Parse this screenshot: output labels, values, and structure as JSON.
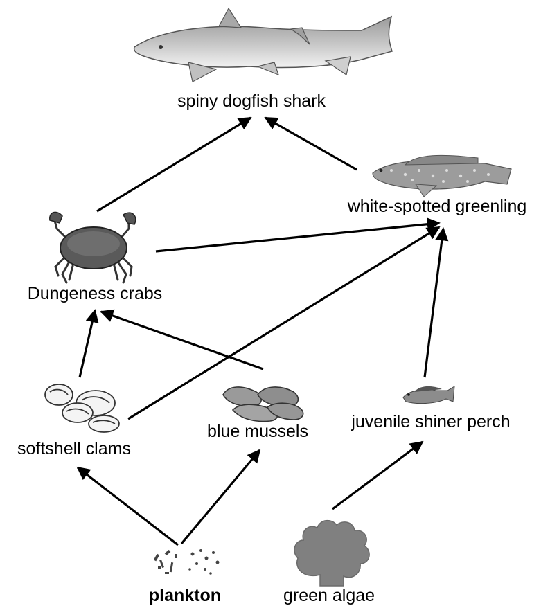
{
  "diagram": {
    "type": "food-web",
    "nodes": {
      "shark": {
        "label": "spiny dogfish shark",
        "icon": "shark-icon"
      },
      "greenling": {
        "label": "white-spotted greenling",
        "icon": "greenling-fish-icon"
      },
      "crab": {
        "label": "Dungeness crabs",
        "icon": "crab-icon"
      },
      "clams": {
        "label": "softshell clams",
        "icon": "clams-icon"
      },
      "mussels": {
        "label": "blue mussels",
        "icon": "mussels-icon"
      },
      "perch": {
        "label": "juvenile shiner perch",
        "icon": "perch-fish-icon"
      },
      "plankton": {
        "label": "plankton",
        "icon": "plankton-icon"
      },
      "algae": {
        "label": "green algae",
        "icon": "algae-icon"
      }
    },
    "edges": [
      {
        "from": "crab",
        "to": "shark"
      },
      {
        "from": "greenling",
        "to": "shark"
      },
      {
        "from": "crab",
        "to": "greenling"
      },
      {
        "from": "clams",
        "to": "greenling"
      },
      {
        "from": "perch",
        "to": "greenling"
      },
      {
        "from": "clams",
        "to": "crab"
      },
      {
        "from": "mussels",
        "to": "crab"
      },
      {
        "from": "plankton",
        "to": "clams"
      },
      {
        "from": "plankton",
        "to": "mussels"
      },
      {
        "from": "algae",
        "to": "perch"
      }
    ],
    "colors": {
      "ink": "#000000",
      "organism_fill": "#8a8a8a",
      "organism_light": "#d4d4d4"
    }
  }
}
